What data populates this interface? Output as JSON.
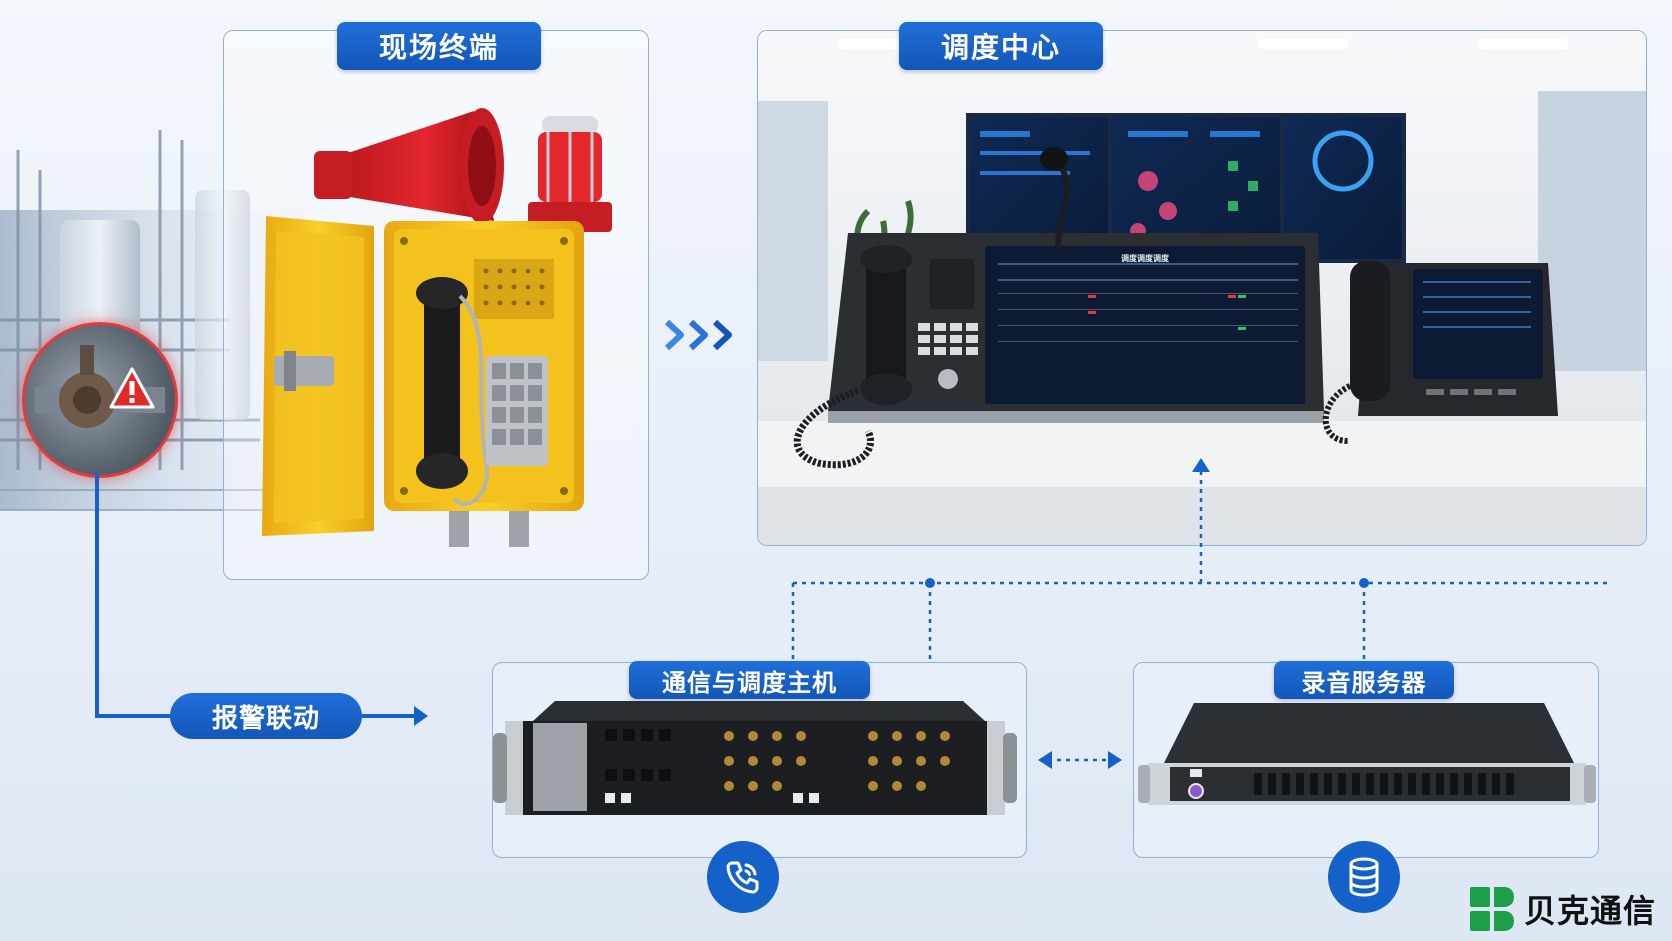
{
  "panels": {
    "field": {
      "title": "现场终端"
    },
    "dispatch": {
      "title": "调度中心"
    },
    "host": {
      "title": "通信与调度主机"
    },
    "recorder": {
      "title": "录音服务器"
    }
  },
  "alarm": {
    "label": "报警联动"
  },
  "dispatch_screen": {
    "header": "调度调度调度"
  },
  "brand": {
    "name": "贝克通信"
  },
  "icons": {
    "field_flow": "chevrons-right-icon",
    "alarm_badge": "warning-triangle-icon",
    "host_icon": "phone-icon",
    "recorder_icon": "database-icon",
    "logo": "brand-logo-icon"
  },
  "colors": {
    "accent_blue": "#1462c9",
    "panel_border": "#8fb1df",
    "terminal_yellow": "#f4c21c",
    "alarm_red": "#e02a2a",
    "brand_green": "#1e9e48"
  }
}
